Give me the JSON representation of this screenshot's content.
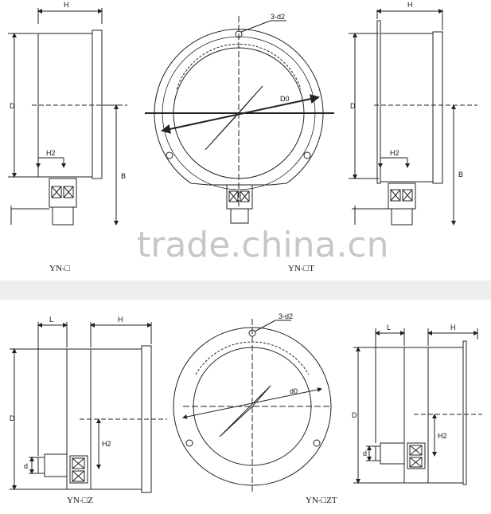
{
  "watermark": "trade.china.cn",
  "captions": {
    "p1": "YN-□",
    "p2": "YN-□T",
    "p3": "YN-□Z",
    "p4": "YN-□ZT"
  },
  "dims": {
    "H": "H",
    "D": "D",
    "B": "B",
    "H2": "H2",
    "L": "L",
    "d": "d",
    "D0": "D0",
    "d0": "d0",
    "three_d2": "3-d2"
  },
  "colors": {
    "line": "#222222",
    "background": "#ffffff",
    "separator": "#e6e6e6",
    "watermark": "#c7c7c7"
  }
}
